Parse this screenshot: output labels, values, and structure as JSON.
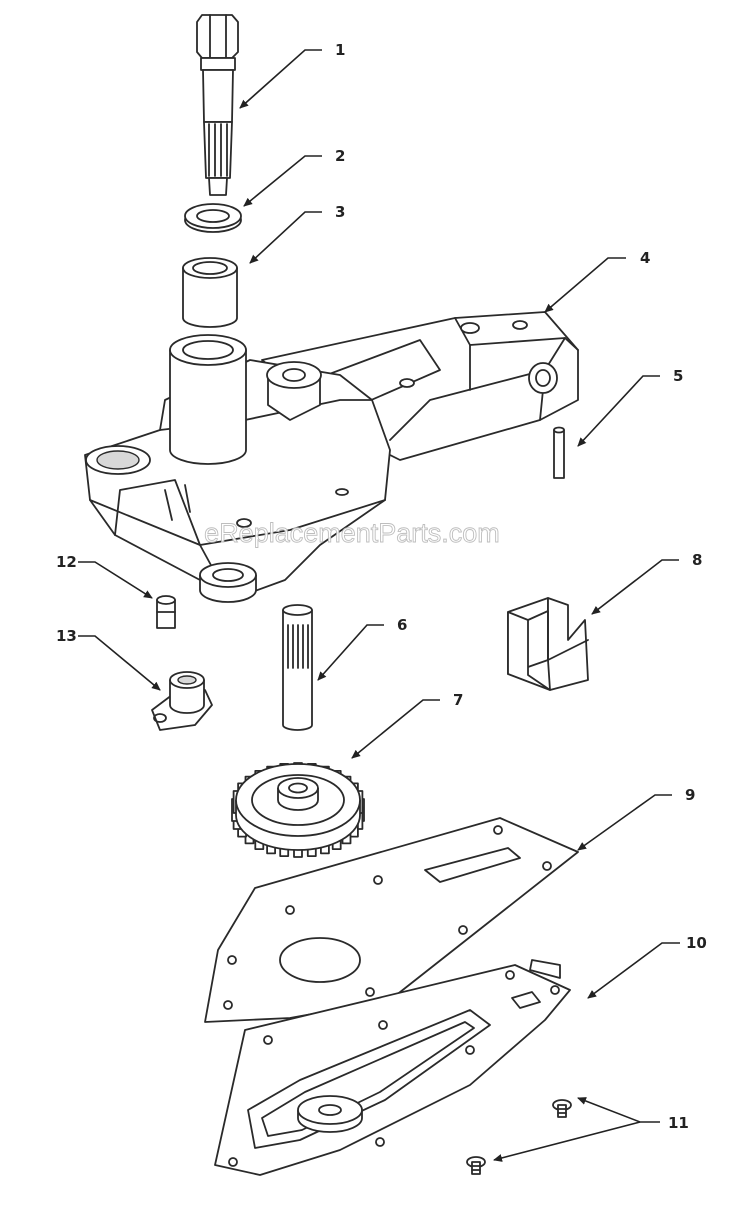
{
  "watermark": "eReplacementParts.com",
  "callouts": [
    {
      "id": "1",
      "label": "1"
    },
    {
      "id": "2",
      "label": "2"
    },
    {
      "id": "3",
      "label": "3"
    },
    {
      "id": "4",
      "label": "4"
    },
    {
      "id": "5",
      "label": "5"
    },
    {
      "id": "6",
      "label": "6"
    },
    {
      "id": "7",
      "label": "7"
    },
    {
      "id": "8",
      "label": "8"
    },
    {
      "id": "9",
      "label": "9"
    },
    {
      "id": "10",
      "label": "10"
    },
    {
      "id": "11",
      "label": "11"
    },
    {
      "id": "12",
      "label": "12"
    },
    {
      "id": "13",
      "label": "13"
    }
  ]
}
